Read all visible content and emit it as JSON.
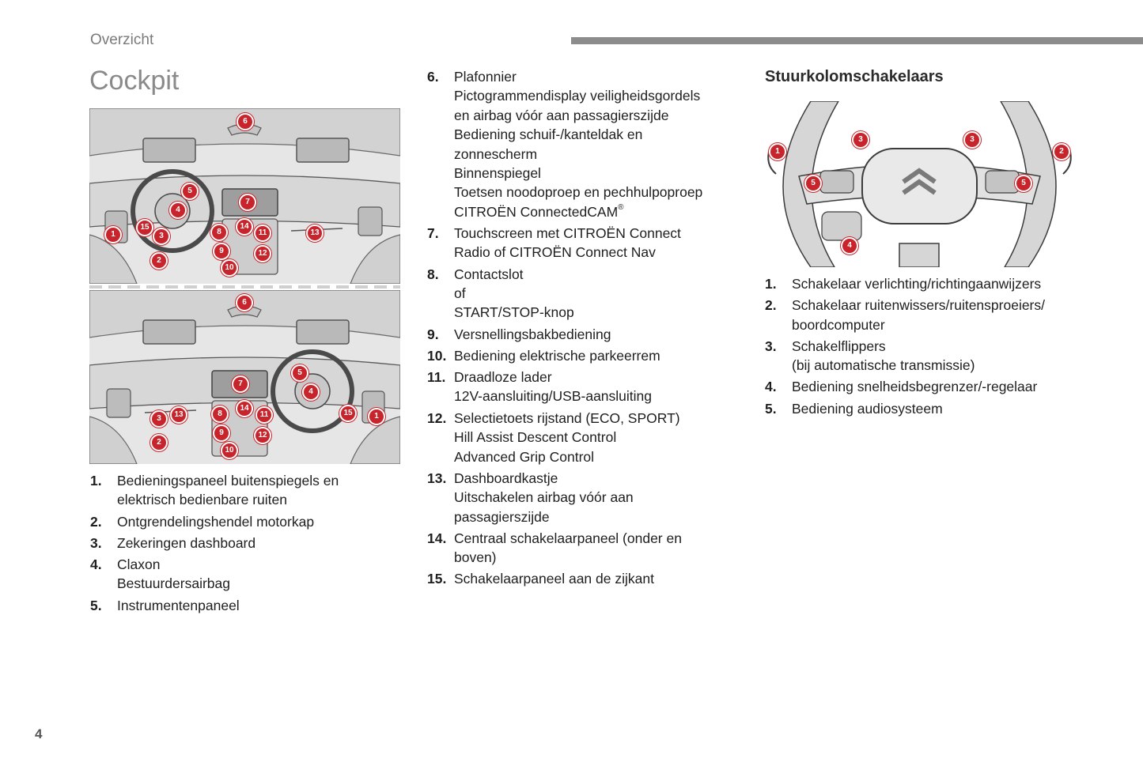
{
  "header": {
    "section": "Overzicht",
    "title": "Cockpit"
  },
  "footer": {
    "page_number": "4"
  },
  "steering": {
    "heading": "Stuurkolomschakelaars"
  },
  "colors": {
    "accent_red": "#c8242b",
    "rule_grey": "#8c8c8c",
    "title_grey": "#8a8a8a"
  },
  "list_left": [
    {
      "num": "1.",
      "lines": [
        "Bedieningspaneel buitenspiegels en",
        "elektrisch bedienbare ruiten"
      ]
    },
    {
      "num": "2.",
      "lines": [
        "Ontgrendelingshendel motorkap"
      ]
    },
    {
      "num": "3.",
      "lines": [
        "Zekeringen dashboard"
      ]
    },
    {
      "num": "4.",
      "lines": [
        "Claxon",
        "Bestuurdersairbag"
      ]
    },
    {
      "num": "5.",
      "lines": [
        "Instrumentenpaneel"
      ]
    }
  ],
  "list_mid": [
    {
      "num": "6.",
      "lines": [
        "Plafonnier",
        "Pictogrammendisplay veiligheidsgordels",
        "en airbag vóór aan passagierszijde",
        "Bediening schuif-/kanteldak en",
        "zonnescherm",
        "Binnenspiegel",
        "Toetsen noodoproep en pechhulpoproep",
        "CITROËN ConnectedCAM"
      ],
      "sup": "®"
    },
    {
      "num": "7.",
      "lines": [
        "Touchscreen met CITROËN Connect",
        "Radio of CITROËN Connect Nav"
      ]
    },
    {
      "num": "8.",
      "lines": [
        "Contactslot",
        "of",
        "START/STOP-knop"
      ]
    },
    {
      "num": "9.",
      "lines": [
        "Versnellingsbakbediening"
      ]
    },
    {
      "num": "10.",
      "lines": [
        "Bediening elektrische parkeerrem"
      ]
    },
    {
      "num": "11.",
      "lines": [
        "Draadloze lader",
        "12V-aansluiting/USB-aansluiting"
      ]
    },
    {
      "num": "12.",
      "lines": [
        "Selectietoets rijstand (ECO, SPORT)",
        "Hill Assist Descent Control",
        "Advanced Grip Control"
      ]
    },
    {
      "num": "13.",
      "lines": [
        "Dashboardkastje",
        "Uitschakelen airbag vóór aan",
        "passagierszijde"
      ]
    },
    {
      "num": "14.",
      "lines": [
        "Centraal schakelaarpaneel (onder en",
        "boven)"
      ]
    },
    {
      "num": "15.",
      "lines": [
        "Schakelaarpaneel aan de zijkant"
      ]
    }
  ],
  "list_right": [
    {
      "num": "1.",
      "lines": [
        "Schakelaar verlichting/richtingaanwijzers"
      ]
    },
    {
      "num": "2.",
      "lines": [
        "Schakelaar ruitenwissers/ruitensproeiers/",
        "boordcomputer"
      ]
    },
    {
      "num": "3.",
      "lines": [
        "Schakelflippers",
        "(bij automatische transmissie)"
      ]
    },
    {
      "num": "4.",
      "lines": [
        "Bediening snelheidsbegrenzer/-regelaar"
      ]
    },
    {
      "num": "5.",
      "lines": [
        "Bediening audiosysteem"
      ]
    }
  ],
  "badges_lhd": [
    "6",
    "5",
    "7",
    "4",
    "14",
    "15",
    "1",
    "3",
    "8",
    "11",
    "13",
    "9",
    "12",
    "2",
    "10"
  ],
  "badges_rhd": [
    "6",
    "5",
    "7",
    "4",
    "14",
    "3",
    "13",
    "8",
    "11",
    "15",
    "1",
    "9",
    "12",
    "2",
    "10"
  ],
  "badges_wheel": [
    "1",
    "3",
    "3",
    "2",
    "5",
    "5",
    "4"
  ]
}
